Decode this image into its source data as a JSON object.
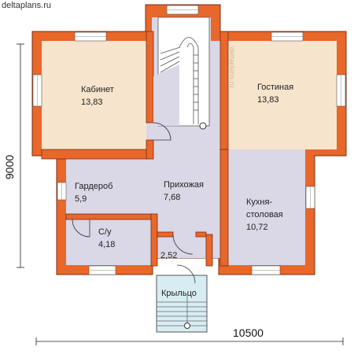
{
  "site": "deltaplans.ru",
  "watermark": "deltaplans.ru",
  "colors": {
    "wall": "#e8672a",
    "wall_edge": "#7a2f10",
    "room_beige": "#f7e4cc",
    "room_grey": "#dad7e6",
    "porch": "#d8edf2",
    "window": "#ffffff"
  },
  "rooms": [
    {
      "id": "cabinet",
      "name": "Кабинет",
      "area": "13,83"
    },
    {
      "id": "living",
      "name": "Гостиная",
      "area": "13,83"
    },
    {
      "id": "wardrobe",
      "name": "Гардероб",
      "area": "5,9"
    },
    {
      "id": "hall",
      "name": "Прихожая",
      "area": "7,68"
    },
    {
      "id": "kitchen",
      "name": "Кухня-",
      "name2": "столовая",
      "area": "10,72"
    },
    {
      "id": "wc",
      "name": "С/у",
      "area": "4,18"
    },
    {
      "id": "vestibule",
      "area": "2,52"
    },
    {
      "id": "porch",
      "name": "Крыльцо"
    }
  ],
  "dimensions": {
    "height": "9000",
    "width": "10500"
  }
}
